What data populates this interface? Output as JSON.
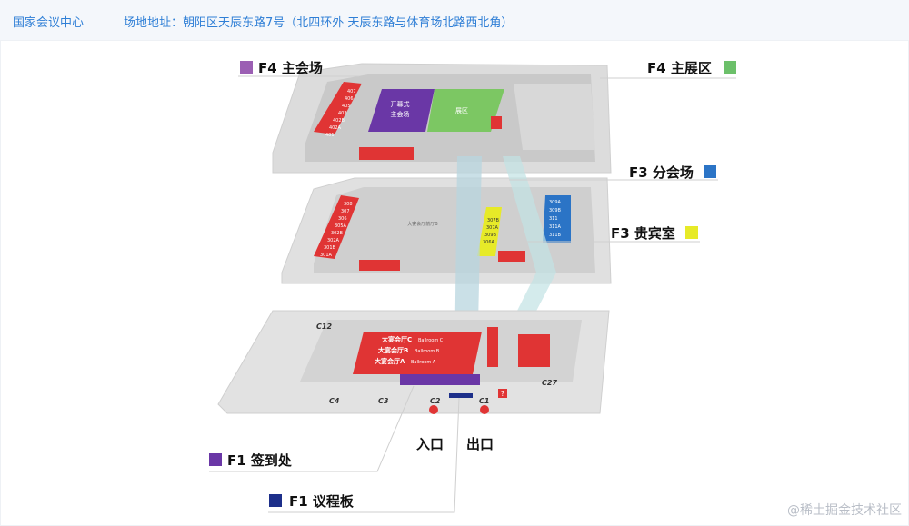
{
  "header": {
    "venue": "国家会议中心",
    "address": "场地地址：朝阳区天辰东路7号（北四环外 天辰东路与体育场北路西北角）"
  },
  "floors": {
    "f4_main_hall": "F4 主会场",
    "f4_exhibition": "F4 主展区",
    "f3_sub_hall": "F3 分会场",
    "f3_vip": "F3 贵宾室",
    "f1_checkin": "F1 签到处",
    "f1_agenda": "F1 议程板"
  },
  "colors": {
    "main_hall": "#9b5fb3",
    "exhibition": "#6cc06a",
    "sub_hall": "#2b74c6",
    "vip": "#e7ea28",
    "checkin": "#6a37a6",
    "agenda": "#1d2f8a",
    "room_red": "#e03434"
  },
  "map": {
    "f4": {
      "main_hall_line1": "开幕式",
      "main_hall_line2": "主会场",
      "exhibition": "展区",
      "rooms": [
        "407",
        "406",
        "405",
        "403",
        "402B",
        "402A",
        "401"
      ]
    },
    "f3": {
      "banquet": "大宴会厅前厅B",
      "rooms_left": [
        "308",
        "307",
        "306",
        "305A",
        "302B",
        "302A",
        "301B",
        "301A"
      ],
      "vip_rooms": [
        "307B",
        "307A",
        "309B",
        "306A"
      ],
      "blue_rooms": [
        "309A",
        "309B",
        "311",
        "311A",
        "311B"
      ]
    },
    "f1": {
      "gates": [
        "C12",
        "C4",
        "C3",
        "C2",
        "C1",
        "C27"
      ],
      "ballrooms": [
        {
          "cn": "大宴会厅C",
          "en": "Ballroom C"
        },
        {
          "cn": "大宴会厅B",
          "en": "Ballroom B"
        },
        {
          "cn": "大宴会厅A",
          "en": "Ballroom A"
        }
      ],
      "entrance": "入口",
      "exit": "出口",
      "help": "?"
    }
  },
  "watermark": "@稀土掘金技术社区"
}
